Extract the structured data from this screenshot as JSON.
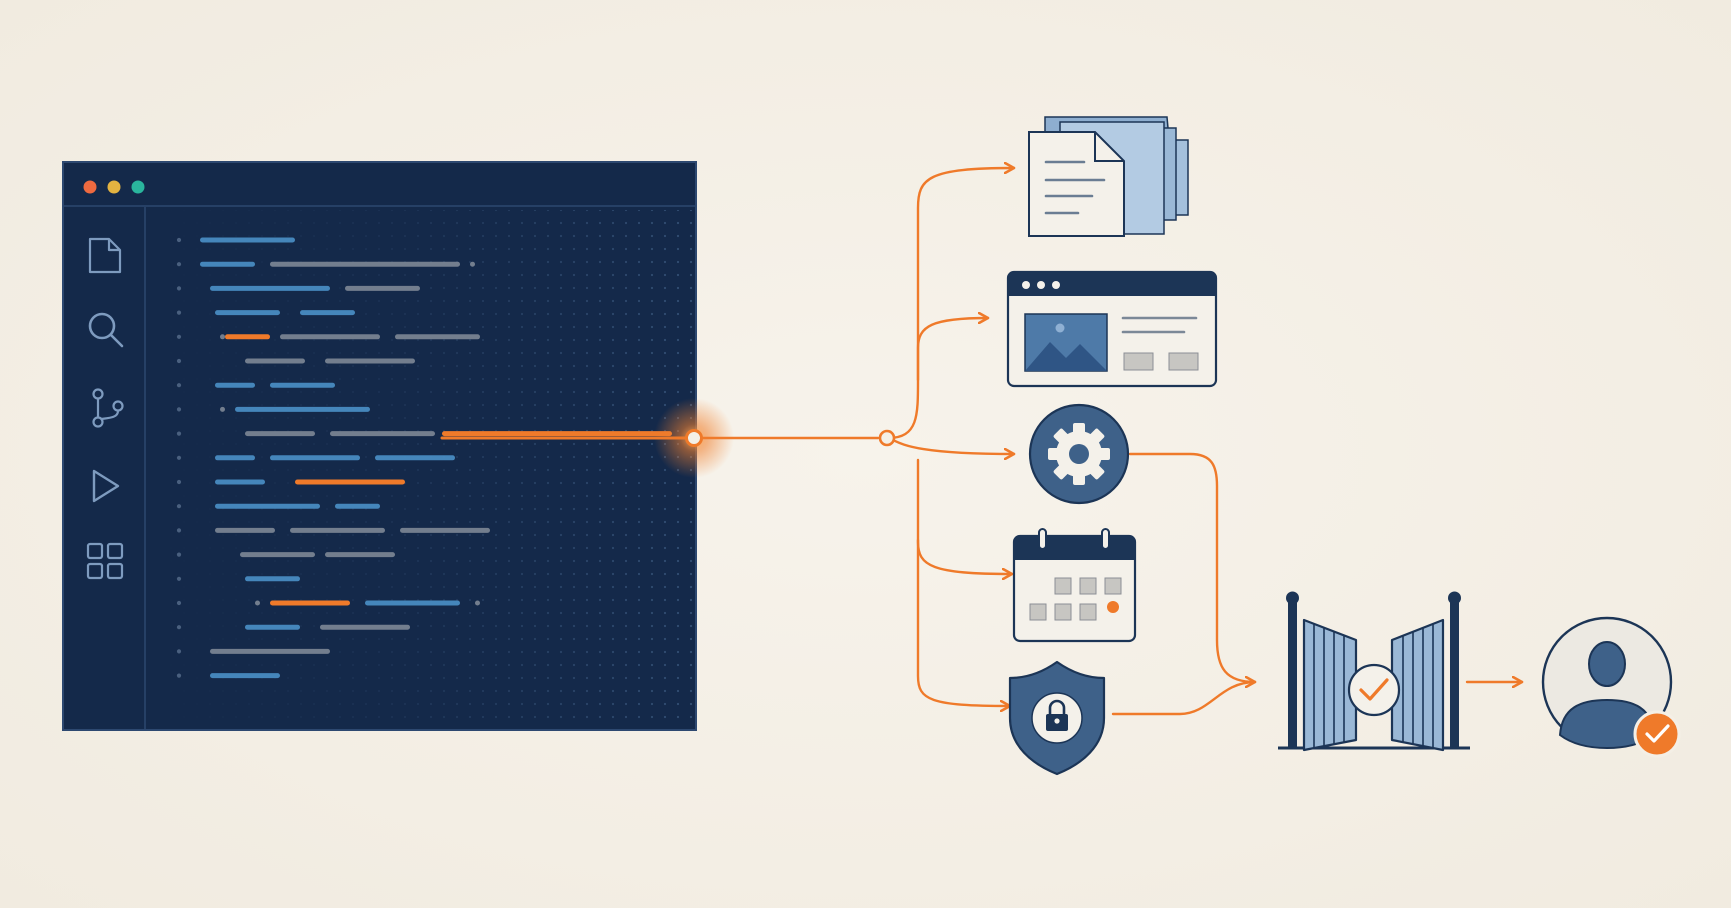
{
  "colors": {
    "background": "#f4efe6",
    "editor_bg": "#14294a",
    "editor_border": "#2d4870",
    "accent": "#ef7a2a",
    "navy": "#1c3556",
    "steel": "#3e6189",
    "light_blue": "#9ab8d6",
    "code_blue": "#4a90c8",
    "code_gray": "#7d8796",
    "card_bg": "#f4f1ea",
    "dot_red": "#ee6a40",
    "dot_yellow": "#e3b341",
    "dot_green": "#2ab59d"
  },
  "editor": {
    "window_dots": [
      "dot_red",
      "dot_yellow",
      "dot_green"
    ],
    "sidebar_icons": [
      "file-icon",
      "search-icon",
      "branch-icon",
      "run-icon",
      "extensions-icon"
    ],
    "code_lines": [
      [
        [
          "b",
          0,
          95
        ]
      ],
      [
        [
          "b",
          0,
          55
        ],
        [
          "g",
          70,
          190
        ],
        [
          "d",
          270,
          5
        ]
      ],
      [
        [
          "b",
          10,
          120
        ],
        [
          "g",
          145,
          75
        ]
      ],
      [
        [
          "b",
          15,
          65
        ],
        [
          "b",
          100,
          55
        ]
      ],
      [
        [
          "d",
          20,
          5
        ],
        [
          "o",
          25,
          45
        ],
        [
          "g",
          80,
          100
        ],
        [
          "g",
          195,
          85
        ]
      ],
      [
        [
          "g",
          45,
          60
        ],
        [
          "g",
          125,
          90
        ]
      ],
      [
        [
          "b",
          15,
          40
        ],
        [
          "b",
          70,
          65
        ]
      ],
      [
        [
          "d",
          20,
          5
        ],
        [
          "b",
          35,
          135
        ]
      ],
      [
        [
          "g",
          45,
          70
        ],
        [
          "g",
          130,
          105
        ],
        [
          "o",
          242,
          230
        ]
      ],
      [
        [
          "b",
          15,
          40
        ],
        [
          "b",
          70,
          90
        ],
        [
          "b",
          175,
          80
        ]
      ],
      [
        [
          "b",
          15,
          50
        ],
        [
          "o",
          95,
          110
        ]
      ],
      [
        [
          "b",
          15,
          105
        ],
        [
          "b",
          135,
          45
        ]
      ],
      [
        [
          "g",
          15,
          60
        ],
        [
          "g",
          90,
          95
        ],
        [
          "g",
          200,
          90
        ]
      ],
      [
        [
          "g",
          40,
          75
        ],
        [
          "g",
          125,
          70
        ]
      ],
      [
        [
          "b",
          45,
          55
        ]
      ],
      [
        [
          "d",
          55,
          5
        ],
        [
          "o",
          70,
          80
        ],
        [
          "b",
          165,
          95
        ],
        [
          "d",
          275,
          5
        ]
      ],
      [
        [
          "b",
          45,
          55
        ],
        [
          "g",
          120,
          90
        ]
      ],
      [
        [
          "g",
          10,
          120
        ]
      ],
      [
        [
          "b",
          10,
          70
        ]
      ]
    ]
  },
  "branches": [
    {
      "target": "documents-icon"
    },
    {
      "target": "web-page-icon"
    },
    {
      "target": "gear-icon"
    },
    {
      "target": "calendar-icon"
    },
    {
      "target": "shield-lock-icon"
    }
  ],
  "gate": {
    "icon": "gate-check-icon"
  },
  "user": {
    "icon": "verified-user-icon"
  }
}
